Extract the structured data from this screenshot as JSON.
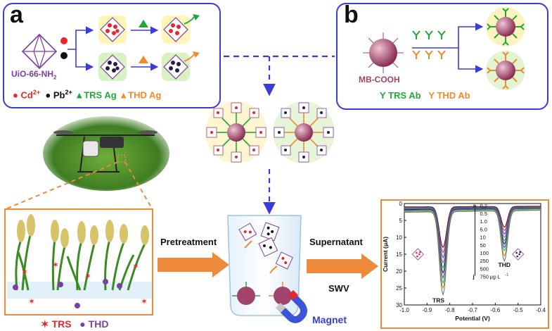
{
  "panel_a": {
    "letter": "a",
    "mof_label": "UiO-66-NH",
    "mof_subscript": "2",
    "legend": [
      {
        "symbol": "●",
        "text": "Cd",
        "sup": "2+",
        "color": "#e8262b"
      },
      {
        "symbol": "●",
        "text": "Pb",
        "sup": "2+",
        "color": "#111111"
      },
      {
        "symbol": "▲",
        "text": "TRS Ag",
        "sup": "",
        "color": "#22a83a"
      },
      {
        "symbol": "▲",
        "text": "THD Ag",
        "sup": "",
        "color": "#f08a2c"
      }
    ]
  },
  "panel_b": {
    "letter": "b",
    "bead_label": "MB-COOH",
    "legend": [
      {
        "symbol": "Y",
        "text": "TRS Ab",
        "color": "#22a83a"
      },
      {
        "symbol": "Y",
        "text": "THD Ab",
        "color": "#f08a2c"
      }
    ]
  },
  "field": {
    "legend": [
      {
        "symbol": "✶",
        "text": "TRS",
        "color": "#e8262b"
      },
      {
        "symbol": "●",
        "text": "THD",
        "color": "#7b3fa0"
      }
    ]
  },
  "steps": {
    "pretreatment": "Pretreatment",
    "supernatant": "Supernatant",
    "swv": "SWV",
    "magnet": "Magnet"
  },
  "colors": {
    "panel_border": "#3b3bd6",
    "arrow_orange": "#ee8a3a",
    "bead": "#a0446b",
    "trs_green": "#22a83a",
    "thd_orange": "#f08a2c",
    "cd_red": "#e8262b"
  },
  "chart_data": {
    "type": "line",
    "xlabel": "Potential (V)",
    "ylabel": "Current (μA)",
    "xlim": [
      -1.0,
      -0.4
    ],
    "ylim": [
      0,
      30
    ],
    "y_inverted": true,
    "xticks": [
      "-1.0",
      "-0.9",
      "-0.8",
      "-0.7",
      "-0.6",
      "-0.5",
      "-0.4"
    ],
    "yticks": [
      "0",
      "5",
      "10",
      "15",
      "20",
      "25",
      "30"
    ],
    "peak_labels": [
      "TRS",
      "THD"
    ],
    "legend_header": "a",
    "legend_bottom": "j",
    "concentrations": [
      "0.2",
      "0.5",
      "1.0",
      "5.0",
      "10",
      "50",
      "100",
      "250",
      "500",
      "750"
    ],
    "unit": "μg·L",
    "unit_sup": "-1",
    "series": [
      {
        "values": [
          [
            -1.0,
            1.0
          ],
          [
            -0.83,
            13.0
          ],
          [
            -0.56,
            7.0
          ],
          [
            -0.4,
            0.8
          ]
        ]
      },
      {
        "values": [
          [
            -1.0,
            1.2
          ],
          [
            -0.83,
            14.5
          ],
          [
            -0.56,
            8.0
          ],
          [
            -0.4,
            1.0
          ]
        ]
      },
      {
        "values": [
          [
            -1.0,
            1.3
          ],
          [
            -0.83,
            16.0
          ],
          [
            -0.56,
            9.0
          ],
          [
            -0.4,
            1.1
          ]
        ]
      },
      {
        "values": [
          [
            -1.0,
            1.5
          ],
          [
            -0.83,
            17.5
          ],
          [
            -0.56,
            10.0
          ],
          [
            -0.4,
            1.2
          ]
        ]
      },
      {
        "values": [
          [
            -1.0,
            1.6
          ],
          [
            -0.83,
            19.0
          ],
          [
            -0.56,
            11.0
          ],
          [
            -0.4,
            1.3
          ]
        ]
      },
      {
        "values": [
          [
            -1.0,
            1.8
          ],
          [
            -0.83,
            20.5
          ],
          [
            -0.56,
            12.0
          ],
          [
            -0.4,
            1.4
          ]
        ]
      },
      {
        "values": [
          [
            -1.0,
            2.0
          ],
          [
            -0.83,
            22.0
          ],
          [
            -0.56,
            13.0
          ],
          [
            -0.4,
            1.5
          ]
        ]
      },
      {
        "values": [
          [
            -1.0,
            2.2
          ],
          [
            -0.83,
            23.5
          ],
          [
            -0.56,
            14.0
          ],
          [
            -0.4,
            1.6
          ]
        ]
      },
      {
        "values": [
          [
            -1.0,
            2.4
          ],
          [
            -0.83,
            25.0
          ],
          [
            -0.56,
            15.5
          ],
          [
            -0.4,
            1.8
          ]
        ]
      },
      {
        "values": [
          [
            -1.0,
            2.6
          ],
          [
            -0.83,
            27.0
          ],
          [
            -0.56,
            17.0
          ],
          [
            -0.4,
            2.0
          ]
        ]
      }
    ],
    "series_colors": [
      "#1a1a1a",
      "#e8262b",
      "#2b4bd6",
      "#d63bb5",
      "#22a83a",
      "#1a1a6b",
      "#7b3fa0",
      "#1ab3b3",
      "#b5a11a",
      "#6b6b6b"
    ]
  }
}
